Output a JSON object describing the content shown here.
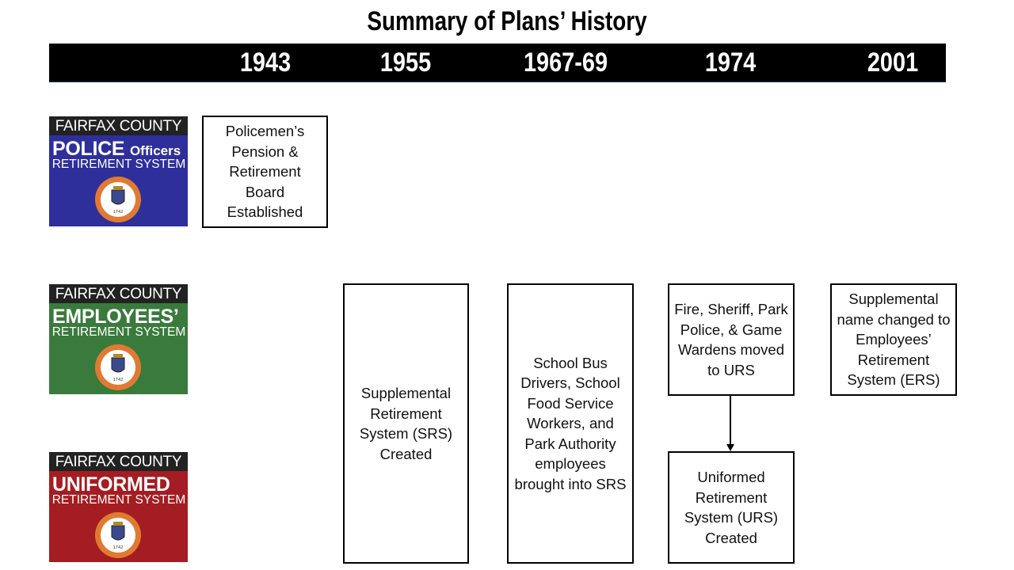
{
  "title": "Summary of Plans’ History",
  "years": [
    "1943",
    "1955",
    "1967-69",
    "1974",
    "2001"
  ],
  "logos": {
    "police": {
      "county": "FAIRFAX COUNTY",
      "name": "POLICE",
      "name_suffix": "Officers",
      "system": "RETIREMENT SYSTEM",
      "color": "#2e2f9a"
    },
    "employees": {
      "county": "FAIRFAX COUNTY",
      "name": "EMPLOYEES’",
      "system": "RETIREMENT SYSTEM",
      "color": "#3a7a3c"
    },
    "uniformed": {
      "county": "FAIRFAX COUNTY",
      "name": "UNIFORMED",
      "system": "RETIREMENT SYSTEM",
      "color": "#a31d22"
    },
    "seal_year": "1742"
  },
  "events": {
    "police_1943": "Policemen’s Pension & Retirement Board Established",
    "srs_1955": "Supplemental Retirement System (SRS) Created",
    "srs_1967": "School Bus Drivers, School Food Service Workers, and Park Authority employees brought into SRS",
    "move_1974": "Fire, Sheriff, Park Police, & Game Wardens moved to URS",
    "urs_1974": "Uniformed Retirement System (URS) Created",
    "ers_2001": "Supplemental name changed to Employees’ Retirement System (ERS)"
  }
}
